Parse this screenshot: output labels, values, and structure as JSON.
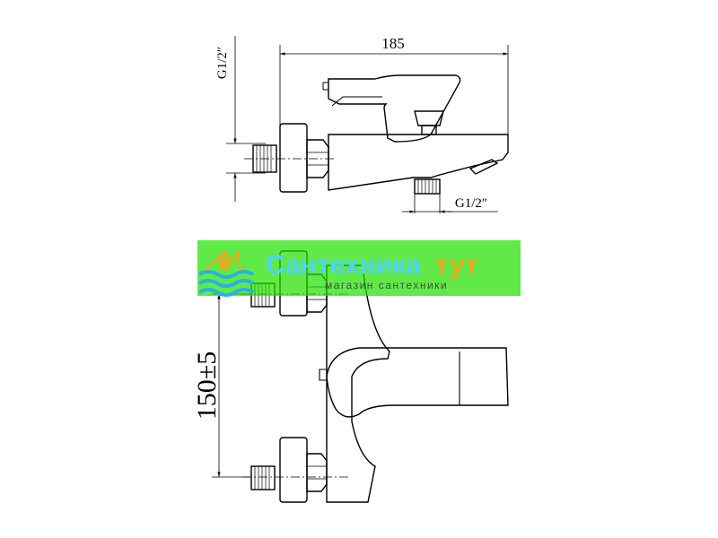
{
  "top_view": {
    "dim_width": "185",
    "dim_inlet_thread": "G1/2″",
    "dim_outlet_thread": "G1/2″"
  },
  "front_view": {
    "dim_height": "150±5"
  },
  "watermark": {
    "title_part1": "Сантехника",
    "title_part2": "тут",
    "subtitle": "магазин сантехники",
    "colors": {
      "background": "#22e000",
      "title": "#4cd3ff",
      "accent": "#f0a81c",
      "subtitle": "#4a4a4a"
    },
    "icon": "house-waves-logo-icon"
  }
}
